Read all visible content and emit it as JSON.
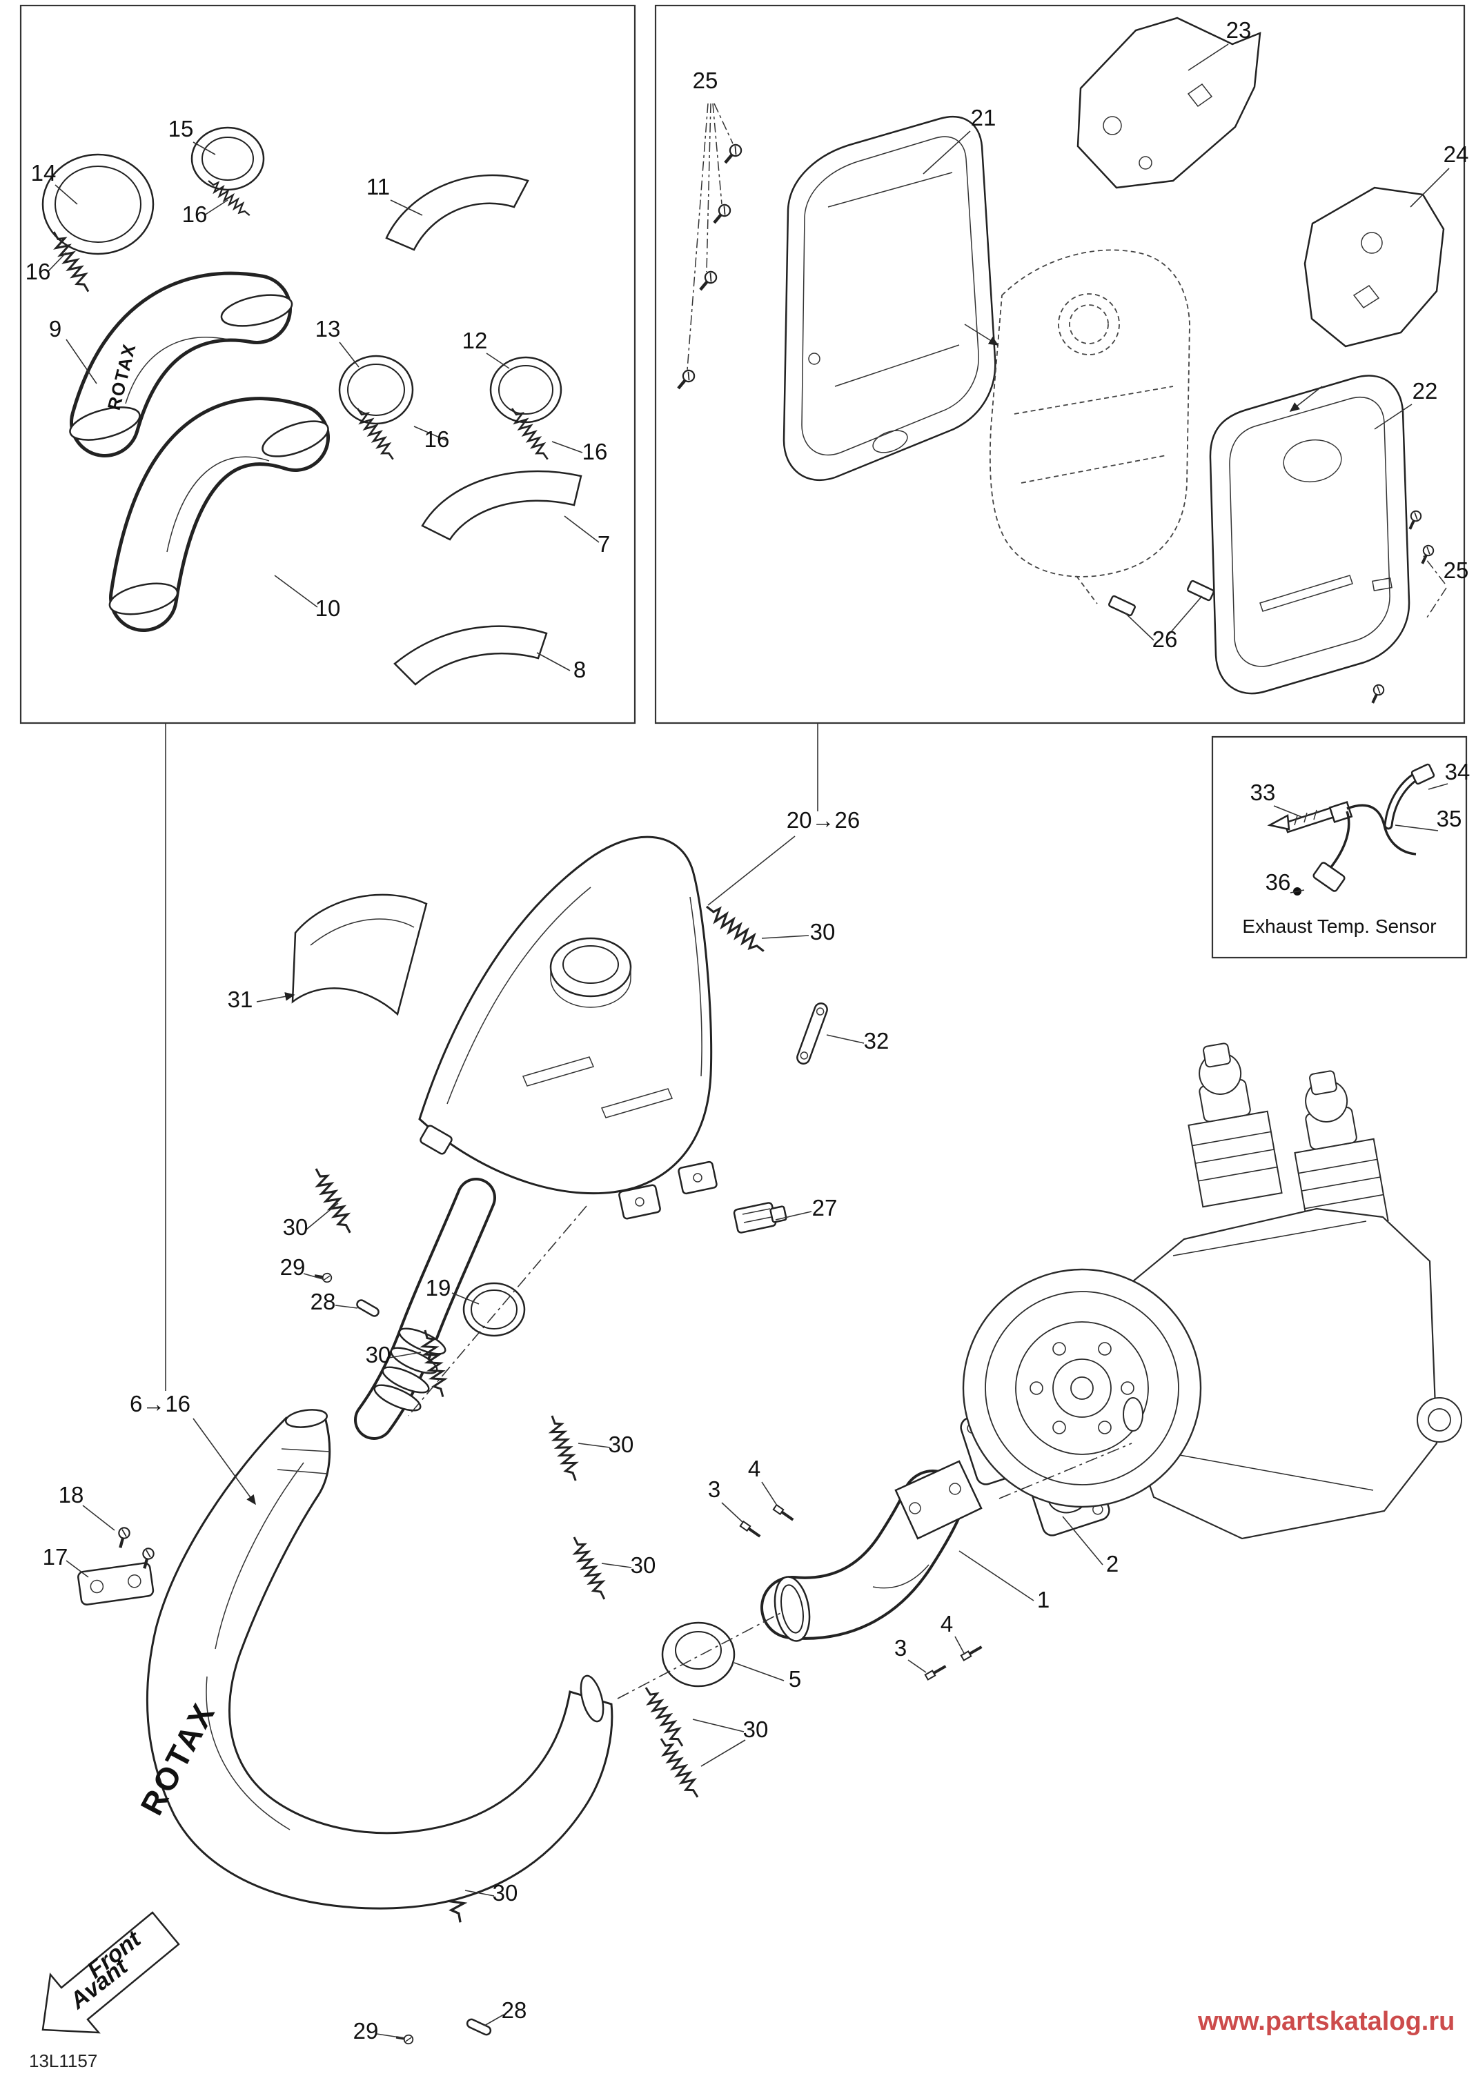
{
  "meta": {
    "drawing_code": "13L1157",
    "watermark": "www.partskatalog.ru",
    "watermark_color": "#cc4b4b",
    "brand_label": "ROTAX"
  },
  "labels": {
    "front_en": "Front",
    "front_fr": "Avant",
    "sensor_caption": "Exhaust Temp. Sensor"
  },
  "callouts": [
    {
      "id": "14",
      "label": "14"
    },
    {
      "id": "15",
      "label": "15"
    },
    {
      "id": "16a",
      "label": "16"
    },
    {
      "id": "16b",
      "label": "16"
    },
    {
      "id": "9",
      "label": "9"
    },
    {
      "id": "11",
      "label": "11"
    },
    {
      "id": "13",
      "label": "13"
    },
    {
      "id": "12",
      "label": "12"
    },
    {
      "id": "16c",
      "label": "16"
    },
    {
      "id": "16d",
      "label": "16"
    },
    {
      "id": "7",
      "label": "7"
    },
    {
      "id": "10",
      "label": "10"
    },
    {
      "id": "8",
      "label": "8"
    },
    {
      "id": "25a",
      "label": "25"
    },
    {
      "id": "21",
      "label": "21"
    },
    {
      "id": "23",
      "label": "23"
    },
    {
      "id": "24",
      "label": "24"
    },
    {
      "id": "22",
      "label": "22"
    },
    {
      "id": "25b",
      "label": "25"
    },
    {
      "id": "26",
      "label": "26"
    },
    {
      "id": "34",
      "label": "34"
    },
    {
      "id": "35",
      "label": "35"
    },
    {
      "id": "33",
      "label": "33"
    },
    {
      "id": "36",
      "label": "36"
    },
    {
      "id": "20-26",
      "label": "20→26"
    },
    {
      "id": "30a",
      "label": "30"
    },
    {
      "id": "31",
      "label": "31"
    },
    {
      "id": "32",
      "label": "32"
    },
    {
      "id": "27",
      "label": "27"
    },
    {
      "id": "30b",
      "label": "30"
    },
    {
      "id": "29a",
      "label": "29"
    },
    {
      "id": "28a",
      "label": "28"
    },
    {
      "id": "19",
      "label": "19"
    },
    {
      "id": "30c",
      "label": "30"
    },
    {
      "id": "30d",
      "label": "30"
    },
    {
      "id": "6-16",
      "label": "6→16"
    },
    {
      "id": "18",
      "label": "18"
    },
    {
      "id": "17",
      "label": "17"
    },
    {
      "id": "30e",
      "label": "30"
    },
    {
      "id": "3a",
      "label": "3"
    },
    {
      "id": "4a",
      "label": "4"
    },
    {
      "id": "5",
      "label": "5"
    },
    {
      "id": "30f",
      "label": "30"
    },
    {
      "id": "3b",
      "label": "3"
    },
    {
      "id": "4b",
      "label": "4"
    },
    {
      "id": "1",
      "label": "1"
    },
    {
      "id": "2",
      "label": "2"
    },
    {
      "id": "30g",
      "label": "30"
    },
    {
      "id": "29b",
      "label": "29"
    },
    {
      "id": "28b",
      "label": "28"
    }
  ]
}
